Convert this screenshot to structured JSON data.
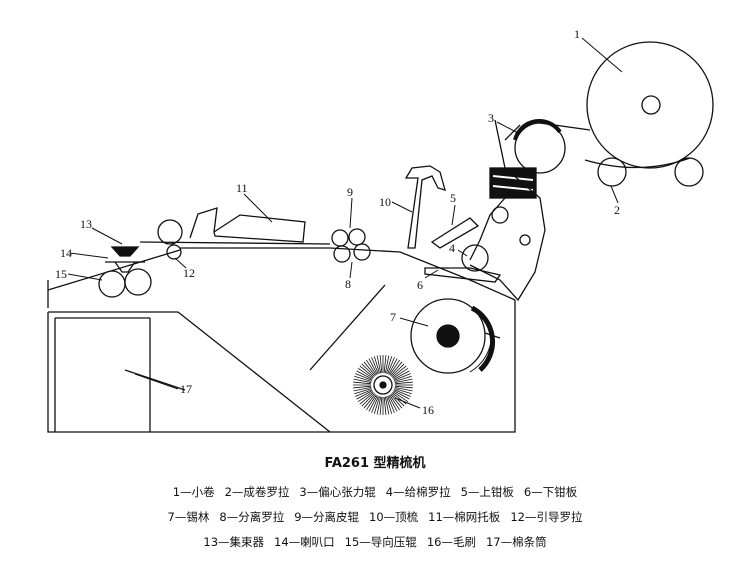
{
  "diagram": {
    "title": "FA261 型精梳机",
    "callouts": [
      "1",
      "2",
      "3",
      "4",
      "5",
      "6",
      "7",
      "8",
      "9",
      "10",
      "11",
      "12",
      "13",
      "14",
      "15",
      "16",
      "17"
    ],
    "legend_lines": [
      [
        "1—小卷",
        "2—成卷罗拉",
        "3—偏心张力辊",
        "4—给棉罗拉",
        "5—上钳板",
        "6—下钳板"
      ],
      [
        "7—锡林",
        "8—分离罗拉",
        "9—分离皮辊",
        "10—顶梳",
        "11—棉网托板",
        "12—引导罗拉"
      ],
      [
        "13—集束器",
        "14—喇叭口",
        "15—导向压辊",
        "16—毛刷",
        "17—棉条筒"
      ]
    ]
  }
}
